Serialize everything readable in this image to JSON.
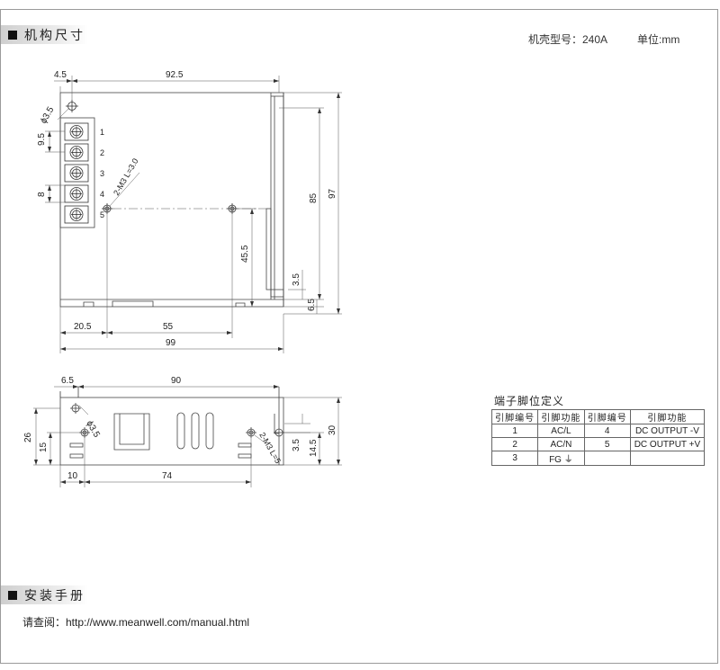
{
  "header": {
    "section_title": "机构尺寸",
    "case_label": "机壳型号：240A",
    "unit_label": "单位:mm"
  },
  "top_view": {
    "dims": {
      "left_offset": "4.5",
      "width_top": "92.5",
      "hole_dia": "ϕ3.5",
      "pitch_top": "9.5",
      "pitch_mid": "8",
      "screw_note": "2-M3 L=3.0",
      "height_inner": "85",
      "height_total": "97",
      "hole_height": "45.5",
      "foot_a": "3.5",
      "foot_b": "6.5",
      "bottom_left": "20.5",
      "bottom_mid": "55",
      "width_total": "99"
    },
    "terminal_numbers": [
      "1",
      "2",
      "3",
      "4",
      "5"
    ]
  },
  "side_view": {
    "dims": {
      "left_offset": "6.5",
      "length": "90",
      "hole_dia": "ϕ3.5",
      "height_left": "26",
      "hole_left": "15",
      "bottom_left": "10",
      "bottom_span": "74",
      "screw_note": "2-M3 L=5",
      "right_a": "3.5",
      "right_b": "14.5",
      "height_total": "30"
    }
  },
  "pin_table": {
    "title": "端子脚位定义",
    "headers": [
      "引脚编号",
      "引脚功能",
      "引脚编号",
      "引脚功能"
    ],
    "rows": [
      [
        "1",
        "AC/L",
        "4",
        "DC OUTPUT -V"
      ],
      [
        "2",
        "AC/N",
        "5",
        "DC OUTPUT +V"
      ],
      [
        "3",
        "FG ⏚",
        "",
        ""
      ]
    ]
  },
  "manual": {
    "section_title": "安装手册",
    "text": "请查阅：http://www.meanwell.com/manual.html"
  }
}
